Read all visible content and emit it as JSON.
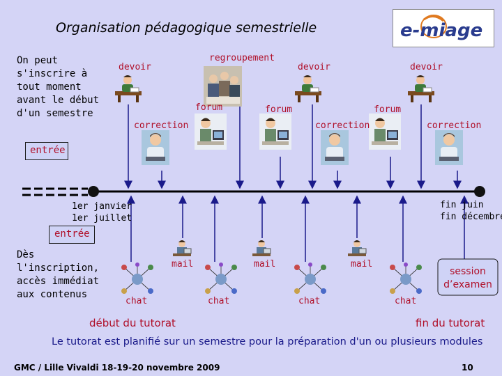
{
  "title": "Organisation pédagogique semestrielle",
  "logo": {
    "text": "e-miage"
  },
  "left_note_top": "On peut\ns'inscrire à\ntout moment\navant le début\nd'un semestre",
  "left_note_bottom": "Dès\nl'inscription,\naccès immédiat\naux contenus",
  "entree_label": "entrée",
  "top_labels": {
    "devoir": "devoir",
    "regroupement": "regroupement",
    "forum": "forum",
    "correction": "correction"
  },
  "timeline": {
    "start_line1": "1er janvier",
    "start_line2": "1er juillet",
    "end_line1": "fin juin",
    "end_line2": "fin décembre"
  },
  "bottom_labels": {
    "mail": "mail",
    "chat": "chat",
    "session": "session\nd’examen"
  },
  "tutorat": {
    "start": "début du tutorat",
    "end": "fin du tutorat",
    "summary": "Le tutorat est planifié sur un semestre pour la préparation d'un ou plusieurs modules"
  },
  "footer": {
    "event": "GMC / Lille Vivaldi 18-19-20 novembre 2009",
    "page": "10"
  },
  "colors": {
    "background": "#d4d4f6",
    "accent_red": "#b0102a",
    "navy": "#1a1a8a",
    "timeline": "#000000"
  }
}
